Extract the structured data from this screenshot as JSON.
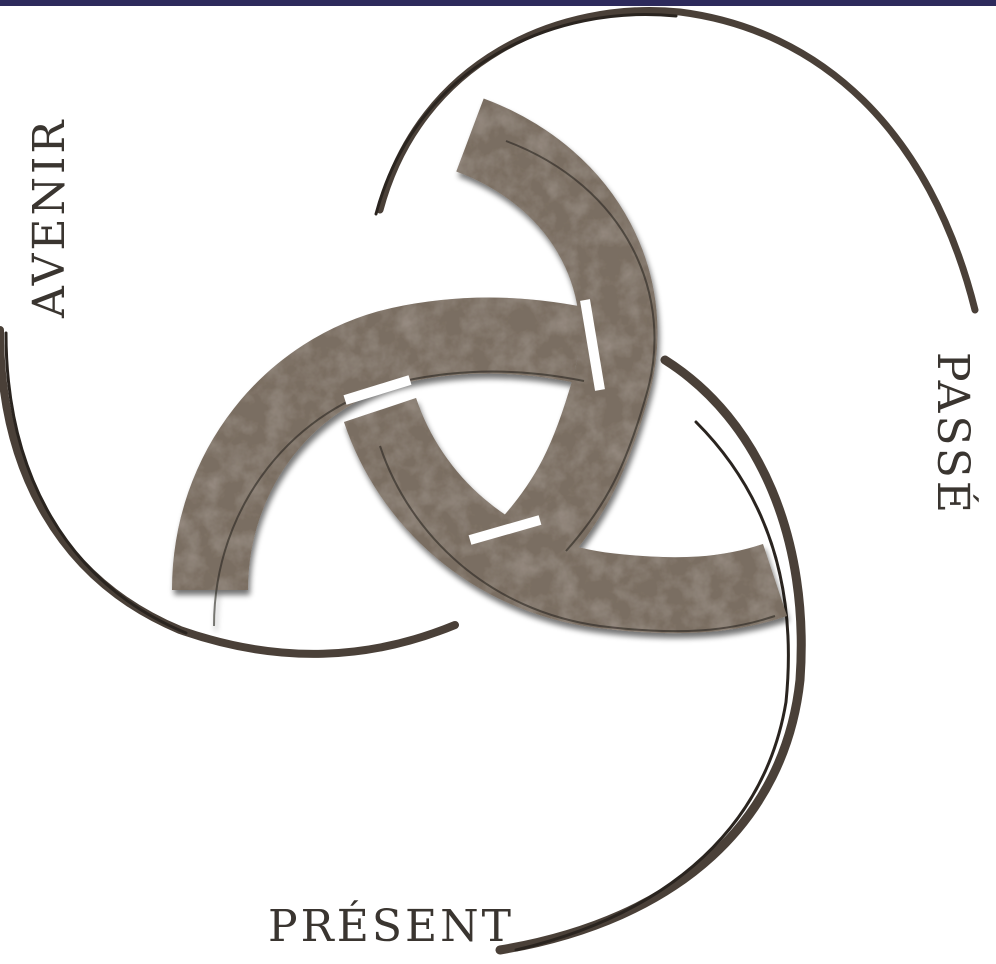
{
  "labels": {
    "avenir": "AVENIR",
    "passe": "PASSÉ",
    "present": "PRÉSENT"
  },
  "colors": {
    "top_bar": "#2d2a5c",
    "stone": "#7a6e62",
    "stone_dark": "#3f362e",
    "stone_light": "#a89c8e",
    "outline": "#2a241f",
    "text": "#3a3530"
  },
  "symbol": {
    "name": "triskele-icon"
  }
}
